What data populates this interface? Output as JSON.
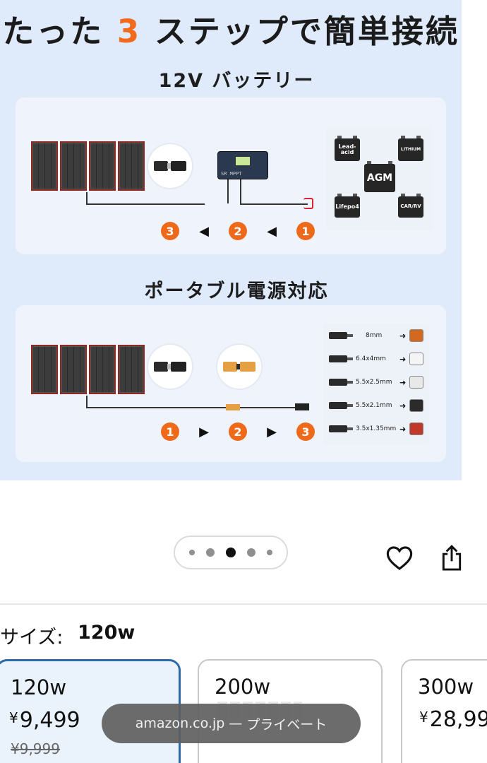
{
  "product_image": {
    "headline_prefix": "たった",
    "headline_number": "3",
    "headline_suffix": "ステップで簡単接続",
    "section1": {
      "title": "12V バッテリー",
      "controller_text": "SR MPPT",
      "batteries": [
        {
          "label": "Lead-acid"
        },
        {
          "label": "LITHIUM"
        },
        {
          "label": "AGM"
        },
        {
          "label": "Lifepo4"
        },
        {
          "label": "CAR/RV"
        }
      ],
      "steps": [
        "3",
        "2",
        "1"
      ]
    },
    "section2": {
      "title": "ポータブル電源対応",
      "connectors": [
        {
          "label": "8mm"
        },
        {
          "label": "6.4x4mm"
        },
        {
          "label": "5.5x2.5mm"
        },
        {
          "label": "5.5x2.1mm"
        },
        {
          "label": "3.5x1.35mm"
        }
      ],
      "steps": [
        "1",
        "2",
        "3"
      ]
    }
  },
  "carousel": {
    "total": 5,
    "active_index": 2
  },
  "actions": {
    "favorite_icon": "heart-icon",
    "share_icon": "share-icon"
  },
  "size_selector": {
    "label": "サイズ:",
    "selected_value": "120w",
    "options": [
      {
        "name": "120w",
        "price": "9,499",
        "currency": "¥",
        "list_price": "¥9,999"
      },
      {
        "name": "200w",
        "price": "",
        "currency": "",
        "list_price": ""
      },
      {
        "name": "300w",
        "price": "28,99",
        "currency": "¥",
        "list_price": ""
      }
    ]
  },
  "toast": {
    "domain": "amazon.co.jp",
    "separator": "—",
    "mode": "プライベート"
  },
  "colors": {
    "accent_orange": "#ee6a1a",
    "selected_border": "#2e6aa6",
    "image_bg": "#dfeafb"
  }
}
